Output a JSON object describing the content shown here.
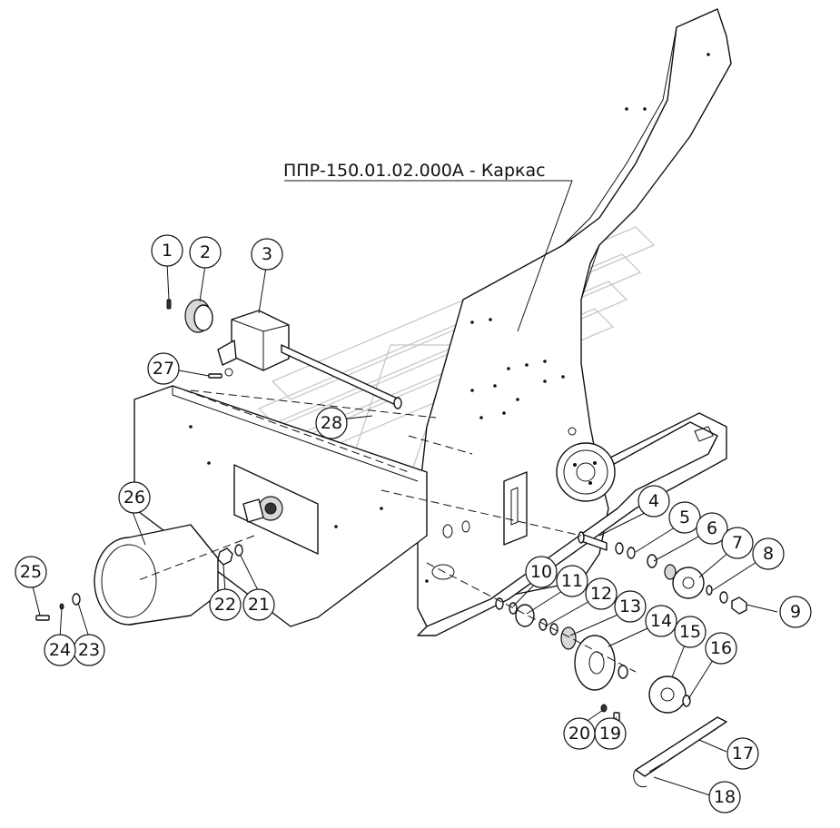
{
  "title": "ППР-150.01.02.000А - Каркас",
  "callouts": [
    {
      "label": "1"
    },
    {
      "label": "2"
    },
    {
      "label": "3"
    },
    {
      "label": "4"
    },
    {
      "label": "5"
    },
    {
      "label": "6"
    },
    {
      "label": "7"
    },
    {
      "label": "8"
    },
    {
      "label": "9"
    },
    {
      "label": "10"
    },
    {
      "label": "11"
    },
    {
      "label": "12"
    },
    {
      "label": "13"
    },
    {
      "label": "14"
    },
    {
      "label": "15"
    },
    {
      "label": "16"
    },
    {
      "label": "17"
    },
    {
      "label": "18"
    },
    {
      "label": "19"
    },
    {
      "label": "20"
    },
    {
      "label": "21"
    },
    {
      "label": "22"
    },
    {
      "label": "23"
    },
    {
      "label": "24"
    },
    {
      "label": "25"
    },
    {
      "label": "26"
    },
    {
      "label": "27"
    },
    {
      "label": "28"
    }
  ]
}
